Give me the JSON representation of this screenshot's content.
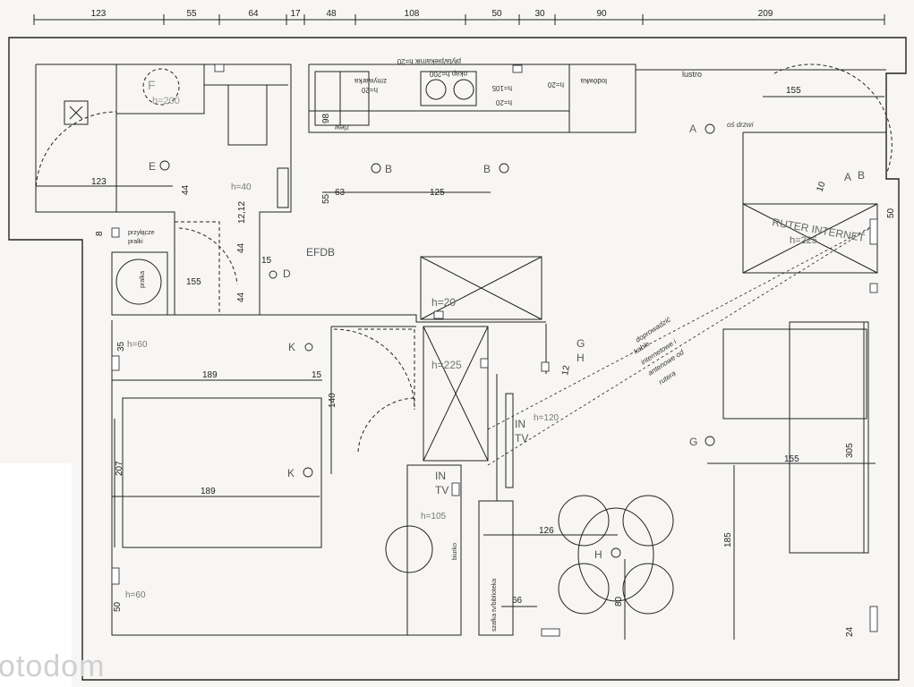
{
  "top_dims": [
    "123",
    "55",
    "64",
    "17",
    "48",
    "108",
    "50",
    "30",
    "90",
    "209"
  ],
  "labels": {
    "plyta": "płyta/piekarnik h=20",
    "zmywarka": "zmywarka",
    "h200": "h=200",
    "okap": "okap h=200",
    "h20": "h=20",
    "h105": "h=105",
    "lodowka": "lodówka",
    "lustro": "lustro",
    "F": "F",
    "h200b": "h=200",
    "E": "E",
    "zlew": "zlew",
    "d98": "98",
    "B": "B",
    "B2": "B",
    "d123": "123",
    "d44a": "44",
    "h40": "h=40",
    "d1212": "12,12",
    "d55": "55",
    "d63": "63",
    "d125": "125",
    "d155a": "155",
    "A": "A",
    "osdrzwi": "oś drzwi",
    "A2": "A",
    "B3": "B",
    "d10": "10",
    "ruter": "RUTER INTERNET",
    "h225": "h=225",
    "d50a": "50",
    "d8": "8",
    "przylacze": "przyłącze",
    "pralki": "pralki",
    "pralka": "pralka",
    "d44b": "44",
    "EFDB": "EFDB",
    "d15a": "15",
    "D": "D",
    "d155b": "155",
    "d44c": "44",
    "h20b": "h=20",
    "d35": "35",
    "h60a": "h=60",
    "K": "K",
    "G": "G",
    "H": "H",
    "d12": "12",
    "doprowadz": "doprowadzić",
    "kable": "kable",
    "internetowe": "internetowe i",
    "antenowe": "antenowe od",
    "rutera": "rutera",
    "d189a": "189",
    "d15b": "15",
    "h225b": "h=225",
    "d140": "140",
    "IN": "IN",
    "TV": "TV",
    "h120": "h=120",
    "G2": "G",
    "d155c": "155",
    "d305": "305",
    "d207": "207",
    "K2": "K",
    "d189b": "189",
    "IN2": "IN",
    "TV2": "TV",
    "h105b": "h=105",
    "biurko": "biurko",
    "d126": "126",
    "H2": "H",
    "szafka": "szafka tv/biblioteka",
    "d66": "66",
    "d80": "80",
    "d185": "185",
    "h60b": "h=60",
    "d50b": "50",
    "d24": "24"
  },
  "watermark": "otodom"
}
